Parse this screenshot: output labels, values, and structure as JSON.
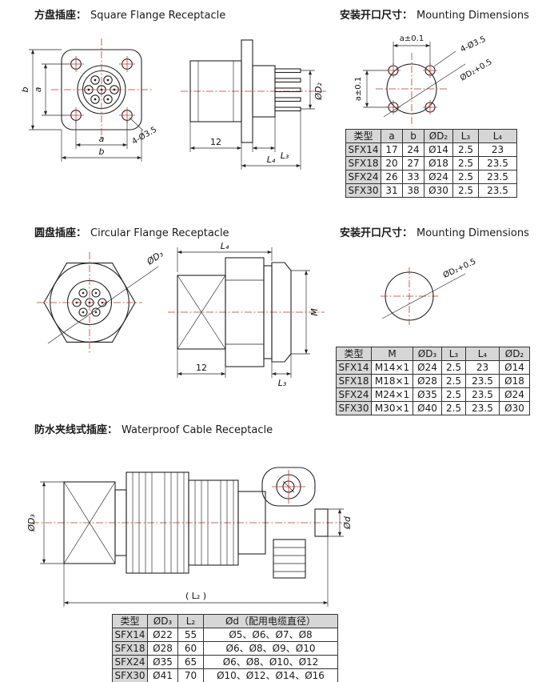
{
  "square_section": {
    "title_zh": "方盘插座：",
    "title_en": "Square Flange Receptacle",
    "mounting_title_zh": "安装开口尺寸：",
    "mounting_title_en": "Mounting Dimensions",
    "front_labels": {
      "dim_a": "a",
      "dim_b": "b",
      "holes_label": "4-Ø3.5"
    },
    "side_labels": {
      "dia": "ØD₂",
      "dim12": "12",
      "l3": "L₃",
      "l4": "L₄"
    },
    "mount_labels": {
      "a_tol": "a±0.1",
      "holes_label": "4-Ø3.5",
      "cutout": "ØD₂+0.5"
    },
    "table": {
      "headers": [
        "类型",
        "a",
        "b",
        "ØD₂",
        "L₃",
        "L₄"
      ],
      "rows": [
        [
          "SFX14",
          "17",
          "24",
          "Ø14",
          "2.5",
          "23"
        ],
        [
          "SFX18",
          "20",
          "27",
          "Ø18",
          "2.5",
          "23.5"
        ],
        [
          "SFX24",
          "26",
          "33",
          "Ø24",
          "2.5",
          "23.5"
        ],
        [
          "SFX30",
          "31",
          "38",
          "Ø30",
          "2.5",
          "23.5"
        ]
      ]
    }
  },
  "circular_section": {
    "title_zh": "圆盘插座：",
    "title_en": "Circular Flange Receptacle",
    "mounting_title_zh": "安装开口尺寸：",
    "mounting_title_en": "Mounting Dimensions",
    "front_labels": {
      "dia": "ØD₃"
    },
    "side_labels": {
      "l4": "L₄",
      "m": "M",
      "dim12": "12",
      "l3": "L₃"
    },
    "mount_labels": {
      "cutout": "ØD₂+0.5"
    },
    "table": {
      "headers": [
        "类型",
        "M",
        "ØD₃",
        "L₃",
        "L₄",
        "ØD₂"
      ],
      "rows": [
        [
          "SFX14",
          "M14×1",
          "Ø24",
          "2.5",
          "23",
          "Ø14"
        ],
        [
          "SFX18",
          "M18×1",
          "Ø28",
          "2.5",
          "23.5",
          "Ø18"
        ],
        [
          "SFX24",
          "M24×1",
          "Ø35",
          "2.5",
          "23.5",
          "Ø24"
        ],
        [
          "SFX30",
          "M30×1",
          "Ø40",
          "2.5",
          "23.5",
          "Ø30"
        ]
      ]
    }
  },
  "waterproof_section": {
    "title_zh": "防水夹线式插座：",
    "title_en": "Waterproof Cable Receptacle",
    "labels": {
      "d3": "ØD₃",
      "d": "Ød",
      "l2": "( L₂ )"
    },
    "table": {
      "headers": [
        "类型",
        "ØD₃",
        "L₂",
        "Ød（配用电缆直径）"
      ],
      "rows": [
        [
          "SFX14",
          "Ø22",
          "55",
          "Ø5、Ø6、Ø7、Ø8"
        ],
        [
          "SFX18",
          "Ø28",
          "60",
          "Ø6、Ø8、Ø9、Ø10"
        ],
        [
          "SFX24",
          "Ø35",
          "65",
          "Ø6、Ø8、Ø10、Ø12"
        ],
        [
          "SFX30",
          "Ø41",
          "70",
          "Ø10、Ø12、Ø14、Ø16"
        ]
      ]
    }
  }
}
